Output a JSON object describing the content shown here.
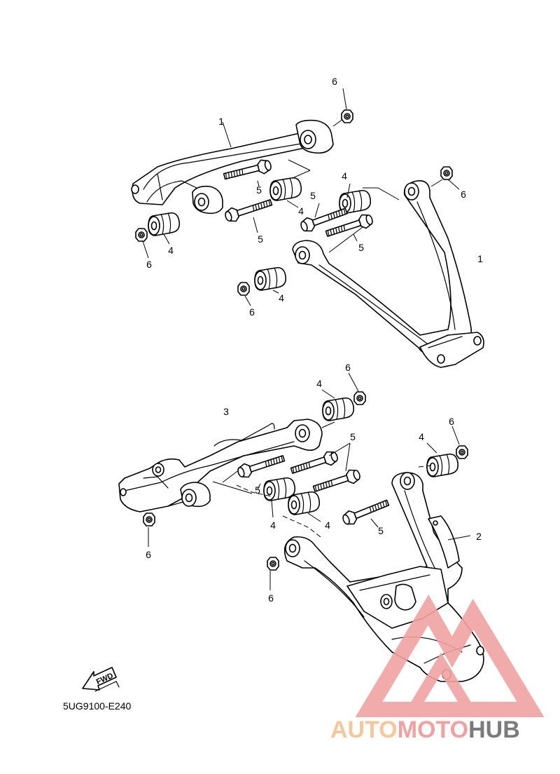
{
  "diagram_code": "5UG9100-E240",
  "fwd_label": "FWD",
  "callouts": {
    "c1": "1",
    "c2": "1",
    "c3": "2",
    "c4": "3",
    "c5": "4",
    "c6": "4",
    "c7": "4",
    "c8": "4",
    "c9": "4",
    "c10": "4",
    "c11": "4",
    "c12": "4",
    "c13": "5",
    "c14": "5",
    "c15": "5",
    "c16": "5",
    "c17": "5",
    "c18": "5",
    "c19": "5",
    "c20": "6",
    "c21": "6",
    "c22": "6",
    "c23": "6",
    "c24": "6",
    "c25": "6",
    "c26": "6"
  },
  "watermark": {
    "part1": "AUTO",
    "part2": "MOTO",
    "part3": "HUB",
    "color_primary": "#f0a2a2",
    "color_secondary": "#f7c79b",
    "color_dark": "#7b7b7b"
  }
}
